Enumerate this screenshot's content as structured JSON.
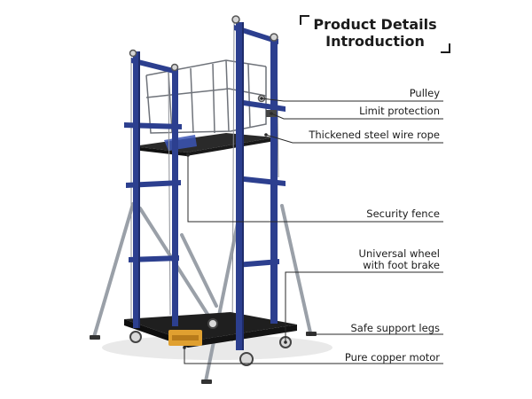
{
  "header": {
    "line1": "Product Details",
    "line2": "Introduction"
  },
  "labels": {
    "pulley": "Pulley",
    "limit": "Limit protection",
    "rope": "Thickened steel wire rope",
    "fence": "Security fence",
    "wheel_line1": "Universal wheel",
    "wheel_line2": "with foot brake",
    "legs": "Safe support legs",
    "motor": "Pure copper motor"
  },
  "colors": {
    "frame": "#2c3f8f",
    "frame_dark": "#1e2c6b",
    "brace": "#9aa0a8",
    "platform": "#202020",
    "motor": "#e0a030",
    "leader": "#2a2a2a"
  }
}
